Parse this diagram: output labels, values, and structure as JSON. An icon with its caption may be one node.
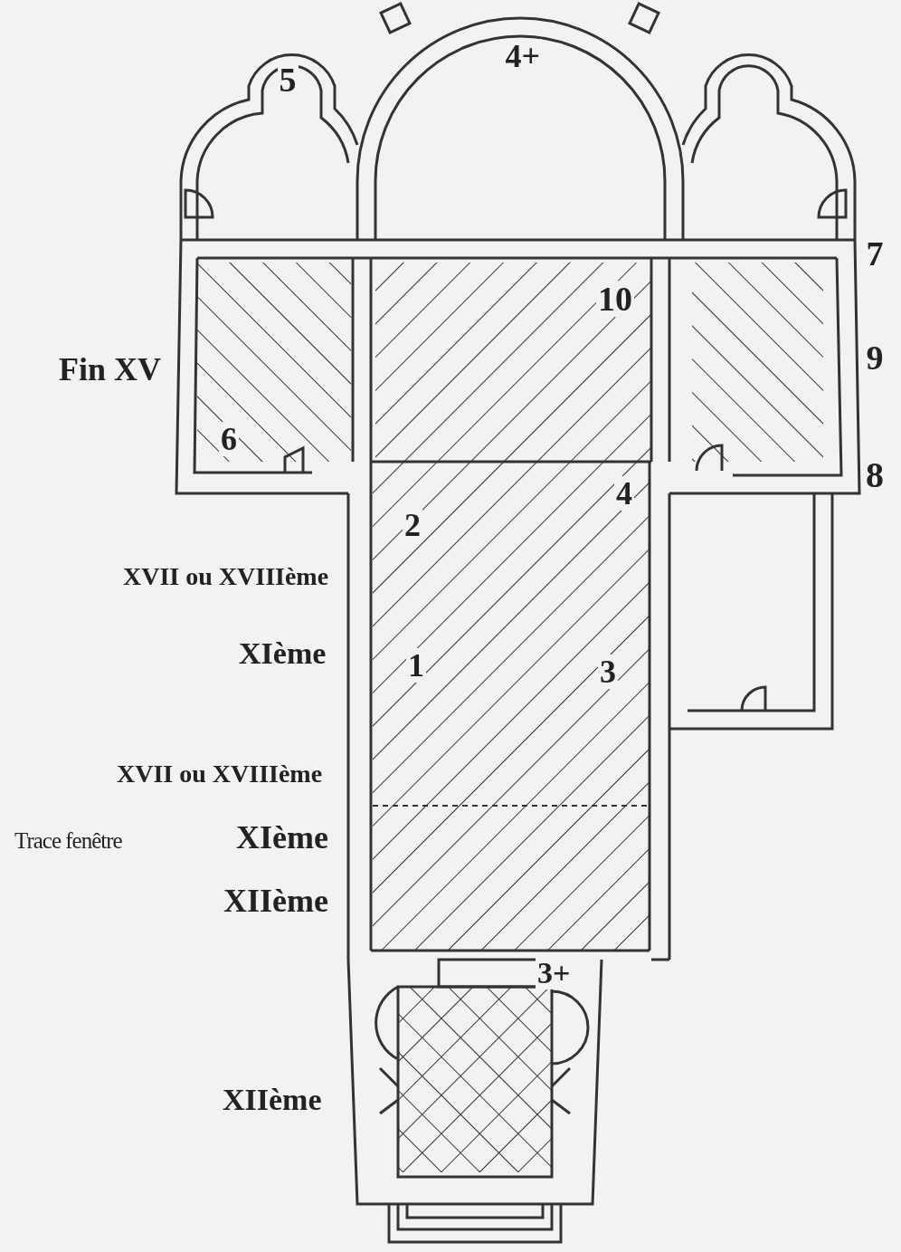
{
  "diagram": {
    "labels": [
      "4+",
      "5",
      "7",
      "10",
      "Fin XV",
      "9",
      "6",
      "8",
      "2",
      "4",
      "XVII ou XVIIIème",
      "XIème",
      "1",
      "3",
      "XVII ou XVIIIème",
      "Trace fenêtre",
      "XIème",
      "XIIème",
      "3+",
      "XIIème"
    ]
  }
}
